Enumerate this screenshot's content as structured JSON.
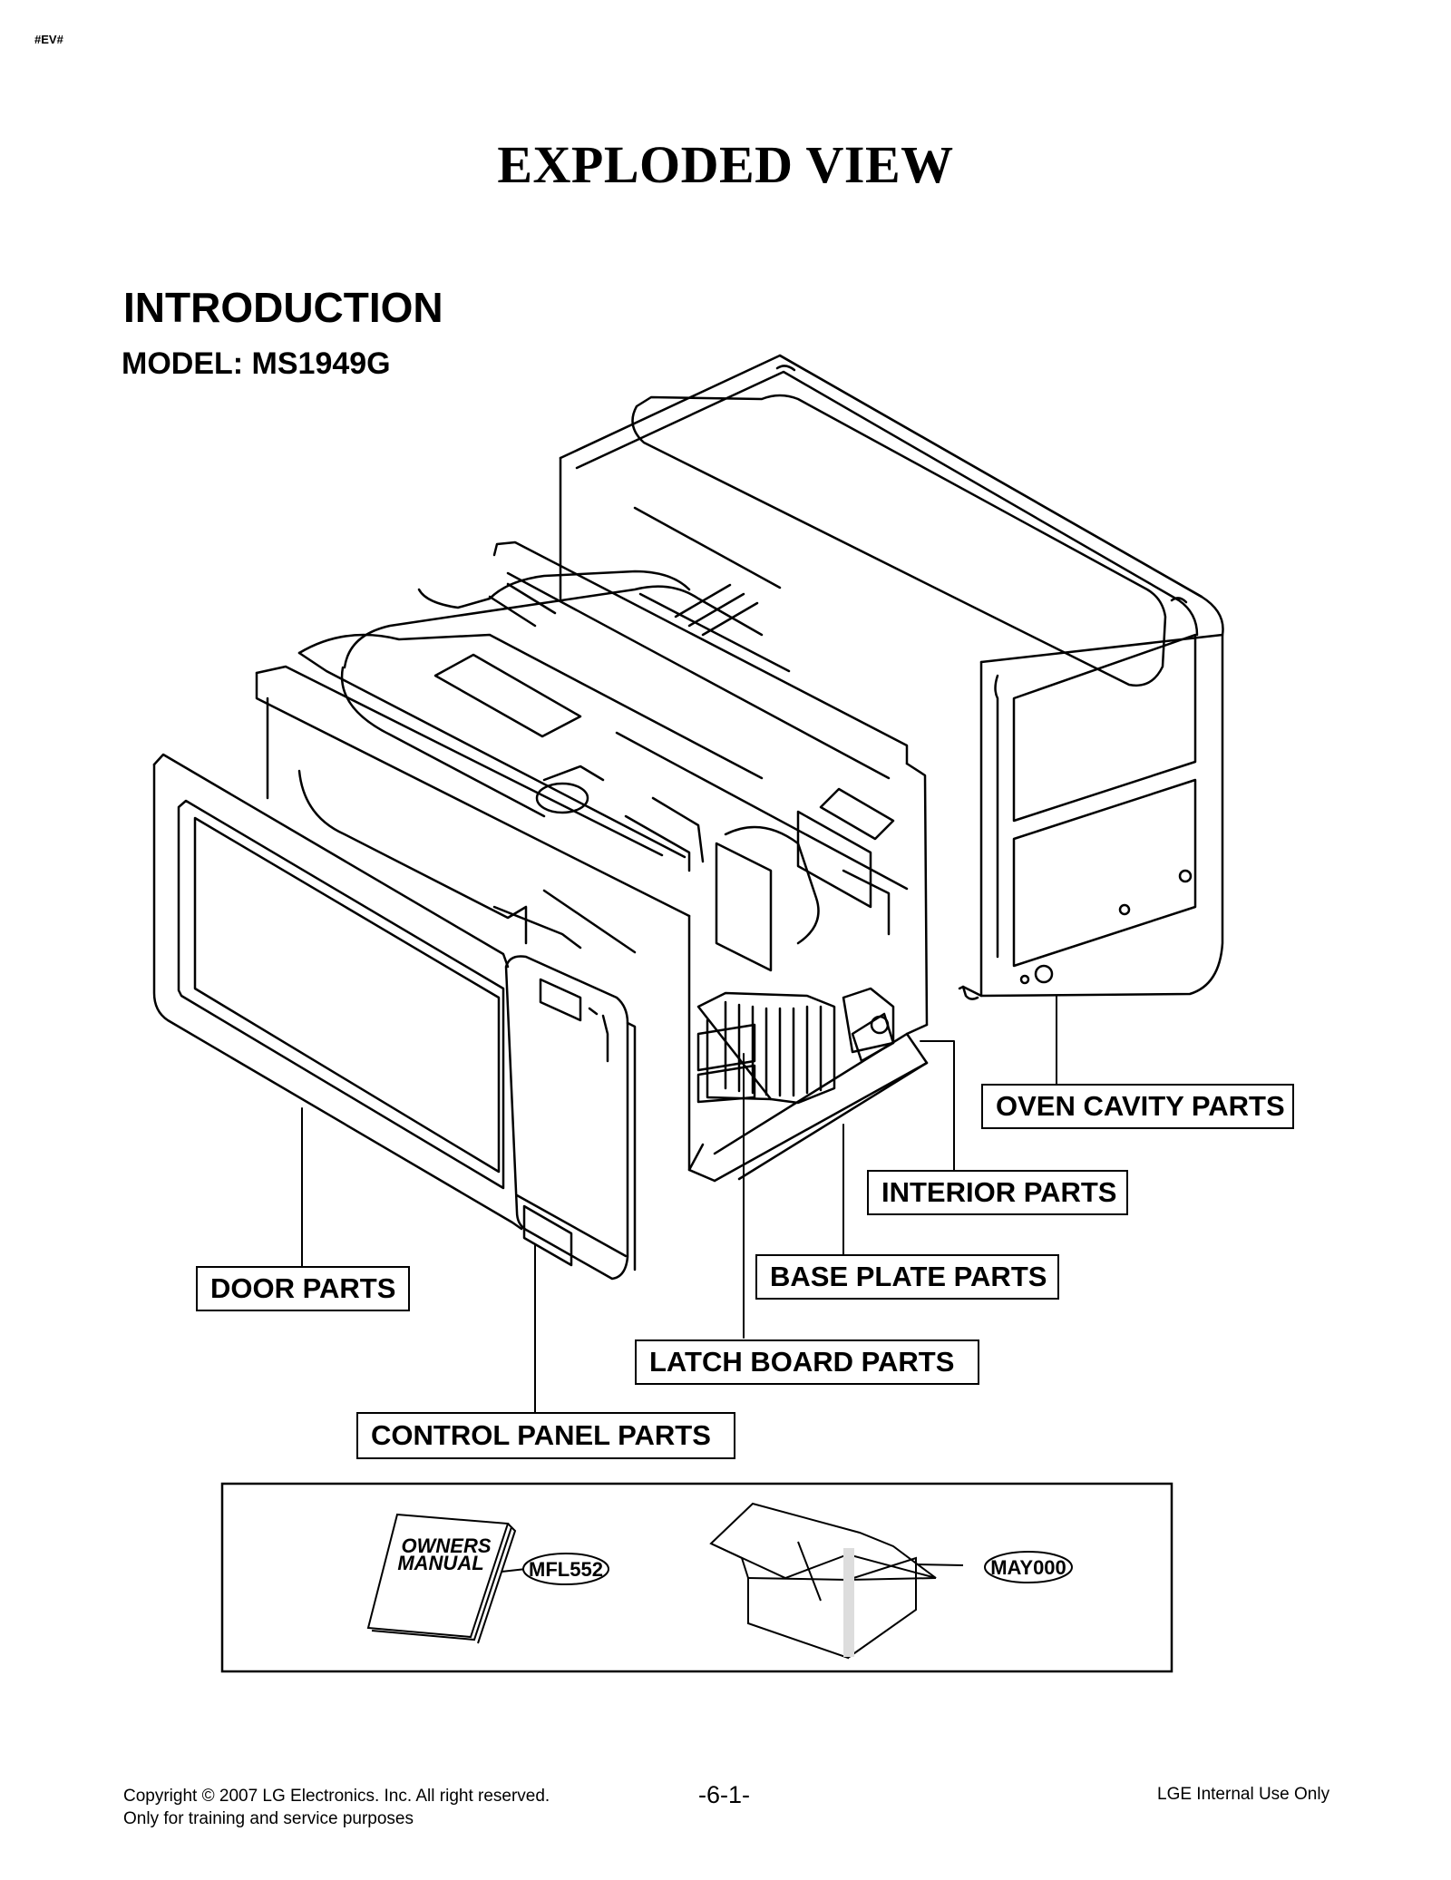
{
  "header": {
    "tag": "#EV#",
    "title": "EXPLODED VIEW"
  },
  "intro": {
    "heading": "INTRODUCTION",
    "model": "MODEL: MS1949G"
  },
  "callouts": {
    "oven_cavity": "OVEN CAVITY PARTS",
    "interior": "INTERIOR PARTS",
    "base_plate": "BASE PLATE PARTS",
    "latch_board": "LATCH BOARD PARTS",
    "control_panel": "CONTROL PANEL PARTS",
    "door": "DOOR PARTS"
  },
  "accessories": {
    "manual_line1": "OWNERS",
    "manual_line2": "MANUAL",
    "manual_code": "MFL552",
    "box_code": "MAY000"
  },
  "footer": {
    "copyright": "Copyright © 2007 LG Electronics. Inc. All right reserved.",
    "purpose": "Only for training and service purposes",
    "page": "-6-1-",
    "internal": "LGE Internal Use Only"
  }
}
